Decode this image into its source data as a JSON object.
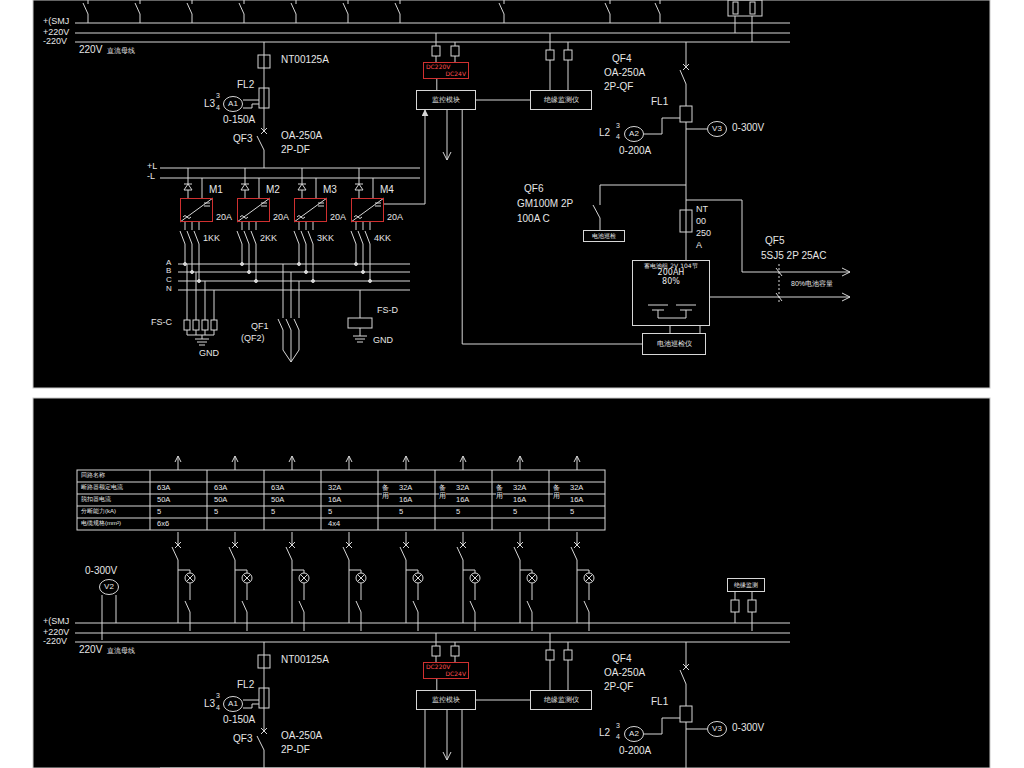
{
  "diagram": {
    "nodes": [
      {
        "text": [
          "A1"
        ]
      },
      {
        "text": [
          "DC220V",
          "DC24V"
        ]
      },
      {
        "text": [
          "监控模块"
        ]
      },
      {
        "text": [
          "绝缘监测仪"
        ]
      },
      {
        "text": [
          "M1"
        ]
      },
      {
        "text": [
          "M2"
        ]
      },
      {
        "text": [
          "M3"
        ]
      },
      {
        "text": [
          "M4"
        ]
      },
      {
        "text": [
          "A2"
        ]
      },
      {
        "text": [
          "V3"
        ]
      },
      {
        "text": [
          "电池巡检"
        ]
      },
      {
        "text": [
          "蓄电池组 2V 104节",
          "200AH",
          "80%"
        ]
      },
      {
        "text": [
          "电池巡检仪"
        ]
      },
      {
        "text": [
          "V2"
        ]
      },
      {
        "text": [
          "绝缘监测"
        ]
      },
      {
        "text": [
          "A1"
        ]
      },
      {
        "text": [
          "DC220V",
          "DC24V"
        ]
      },
      {
        "text": [
          "监控模块"
        ]
      },
      {
        "text": [
          "绝缘监测仪"
        ]
      },
      {
        "text": [
          "A2"
        ]
      },
      {
        "text": [
          "V3"
        ]
      }
    ],
    "edges": [
      {
        "from": 1,
        "to": 2,
        "arrow": "none"
      },
      {
        "from": 2,
        "to": 3,
        "arrow": "none"
      },
      {
        "from": 7,
        "to": 2,
        "arrow": "to"
      },
      {
        "from": 2,
        "to": 12,
        "arrow": "none"
      },
      {
        "from": 16,
        "to": 17,
        "arrow": "none"
      },
      {
        "from": 17,
        "to": 18,
        "arrow": "none"
      }
    ],
    "labels": [
      "+(SMJ",
      "+220V",
      "-220V",
      "220V",
      "直流母线",
      "NT00125A",
      "FL2",
      "L3",
      "3",
      "4",
      "0-150A",
      "QF3",
      "OA-250A",
      "2P-DF",
      "+L",
      "-L",
      "20A",
      "20A",
      "20A",
      "20A",
      "1KK",
      "2KK",
      "3KK",
      "4KK",
      "A",
      "B",
      "C",
      "N",
      "FS-C",
      "GND",
      "QF1",
      "(QF2)",
      "FS-D",
      "GND",
      "QF4",
      "OA-250A",
      "2P-QF",
      "FL1",
      "L2",
      "3",
      "4",
      "0-200A",
      "0-300V",
      "QF6",
      "GM100M 2P",
      "100A C",
      "NT",
      "00",
      "250",
      "A",
      "QF5",
      "5SJ5 2P 25AC",
      "80%电池容量",
      "回路名称",
      "断路器额定电流",
      "脱扣器电流",
      "分断能力(kA)",
      "电缆规格(mm²)",
      "63A",
      "50A",
      "5",
      "6x6",
      "63A",
      "50A",
      "5",
      "63A",
      "50A",
      "5",
      "32A",
      "16A",
      "5",
      "4x4",
      "备用",
      "32A",
      "16A",
      "5",
      "备用",
      "32A",
      "16A",
      "5",
      "备用",
      "32A",
      "16A",
      "5",
      "备用",
      "32A",
      "16A",
      "5",
      "0-300V",
      "+(SMJ",
      "+220V",
      "-220V",
      "220V",
      "直流母线",
      "NT00125A",
      "FL2",
      "L3",
      "3",
      "4",
      "0-150A",
      "QF3",
      "OA-250A",
      "2P-DF",
      "QF4",
      "OA-250A",
      "2P-QF",
      "FL1",
      "L2",
      "3",
      "4",
      "0-200A",
      "0-300V"
    ]
  }
}
